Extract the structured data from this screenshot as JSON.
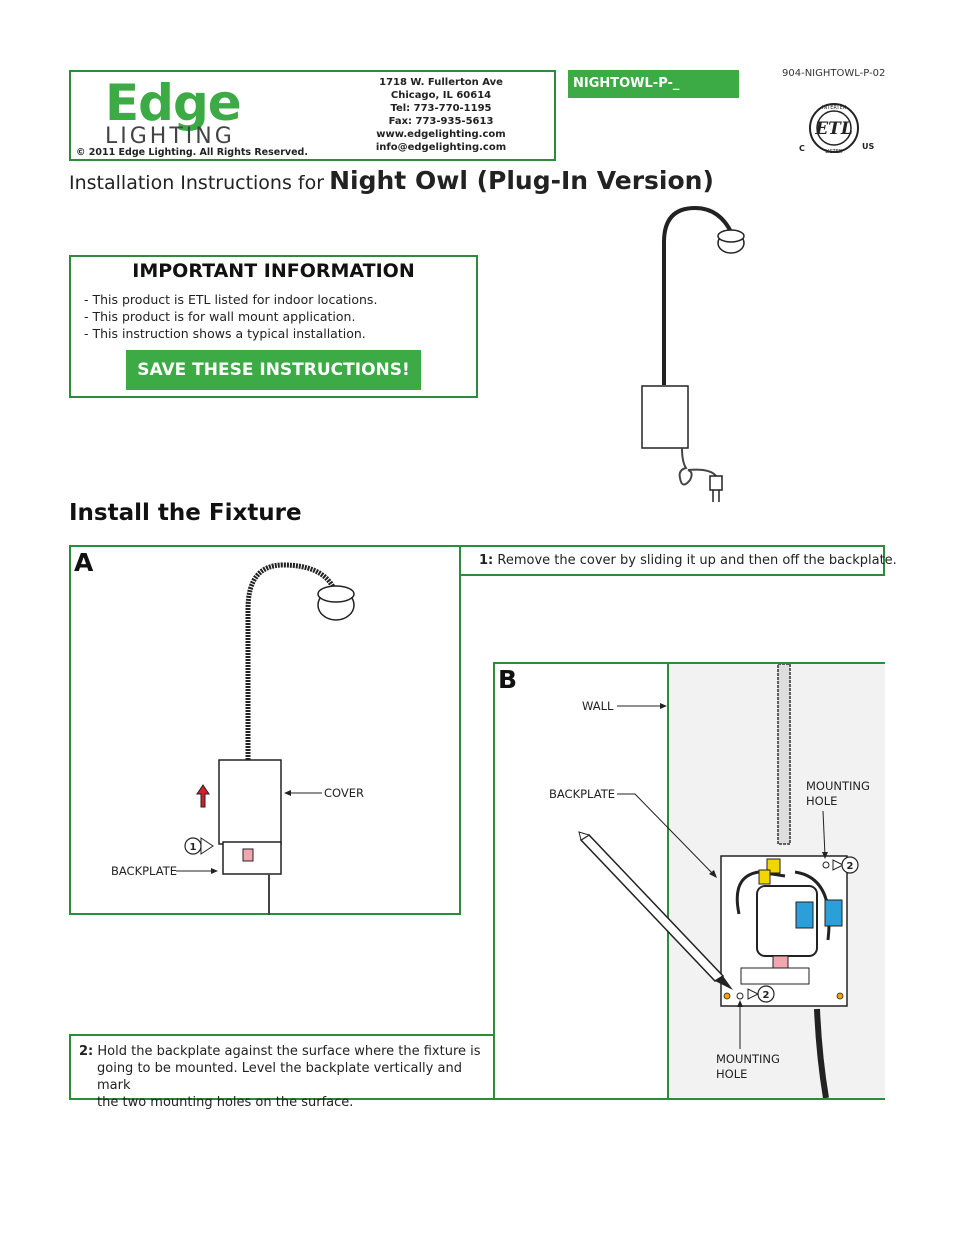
{
  "header": {
    "logo_word": "Edge",
    "logo_sub": "LIGHTING",
    "copyright": "© 2011 Edge Lighting. All Rights Reserved.",
    "address": [
      "1718 W. Fullerton Ave",
      "Chicago, IL 60614",
      "Tel: 773-770-1195",
      "Fax: 773-935-5613",
      "www.edgelighting.com",
      "info@edgelighting.com"
    ],
    "model": "NIGHTOWL-P-_",
    "doc_number": "904-NIGHTOWL-P-02",
    "cert": {
      "mark": "ETL",
      "ring": "INTERTEK",
      "listed": "LISTED",
      "left": "C",
      "right": "US"
    }
  },
  "title": {
    "prefix": "Installation Instructions for",
    "main": "Night Owl (Plug-In Version)"
  },
  "important": {
    "heading": "IMPORTANT INFORMATION",
    "items": [
      "- This product is ETL listed for indoor locations.",
      "- This product is for wall mount application.",
      "- This instruction shows a typical installation."
    ],
    "save_button": "SAVE THESE INSTRUCTIONS!"
  },
  "install": {
    "heading": "Install the Fixture",
    "panel_a": {
      "letter": "A",
      "labels": {
        "cover": "COVER",
        "backplate": "BACKPLATE"
      },
      "callout": "1"
    },
    "step1": {
      "num": "1:",
      "text": "Remove the cover by sliding it up and then off the backplate."
    },
    "panel_b": {
      "letter": "B",
      "labels": {
        "wall": "WALL",
        "backplate": "BACKPLATE",
        "mounting_hole_1": "MOUNTING",
        "mounting_hole_2": "HOLE"
      },
      "callout": "2"
    },
    "step2": {
      "num": "2:",
      "line1": "Hold the backplate against the surface where the fixture is",
      "line2": "going to be mounted. Level the backplate vertically and mark",
      "line3": "the two mounting holes on the surface."
    }
  },
  "colors": {
    "brand_green": "#3cab45",
    "border_green": "#2e8b3e",
    "wall_fill": "#f2f2f2",
    "arrow_red": "#d0202a",
    "wire_nut_blue": "#2a9fd8",
    "wire_nut_yellow": "#f2d600",
    "pink": "#f2a6b0"
  }
}
